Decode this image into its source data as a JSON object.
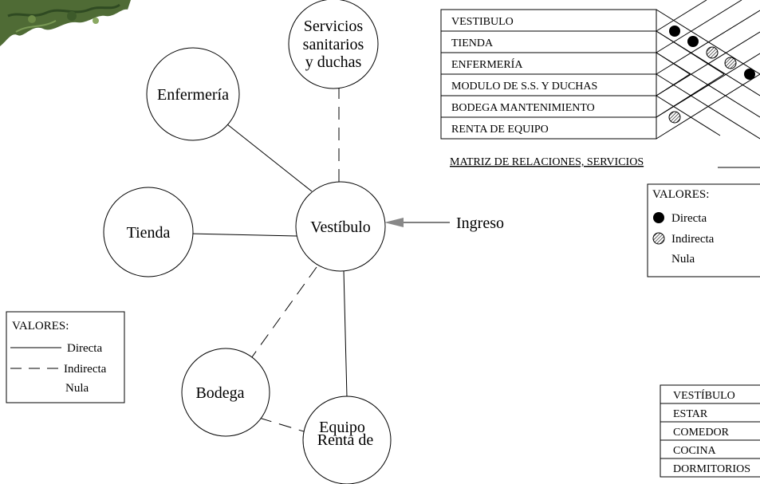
{
  "bubble_diagram": {
    "nodes": {
      "servicios": [
        "Servicios",
        "sanitarios",
        "y duchas"
      ],
      "enfermeria": "Enfermería",
      "tienda": "Tienda",
      "vestibulo": "Vestíbulo",
      "bodega": "Bodega",
      "equipo": [
        "Equipo",
        "Renta de"
      ]
    },
    "entry_label": "Ingreso"
  },
  "legend_lines": {
    "title": "VALORES:",
    "items": [
      "Directa",
      "Indirecta",
      "Nula"
    ]
  },
  "matrix": {
    "rows": [
      "VESTIBULO",
      "TIENDA",
      "ENFERMERÍA",
      "MODULO DE S.S. Y DUCHAS",
      "BODEGA MANTENIMIENTO",
      "RENTA DE EQUIPO"
    ],
    "caption": "MATRIZ DE RELACIONES,  SERVICIOS"
  },
  "legend_dots": {
    "title": "VALORES:",
    "items": [
      "Directa",
      "Indirecta",
      "Nula"
    ]
  },
  "second_table": {
    "rows": [
      "VESTÍBULO",
      "ESTAR",
      "COMEDOR",
      "COCINA",
      "DORMITORIOS"
    ]
  }
}
